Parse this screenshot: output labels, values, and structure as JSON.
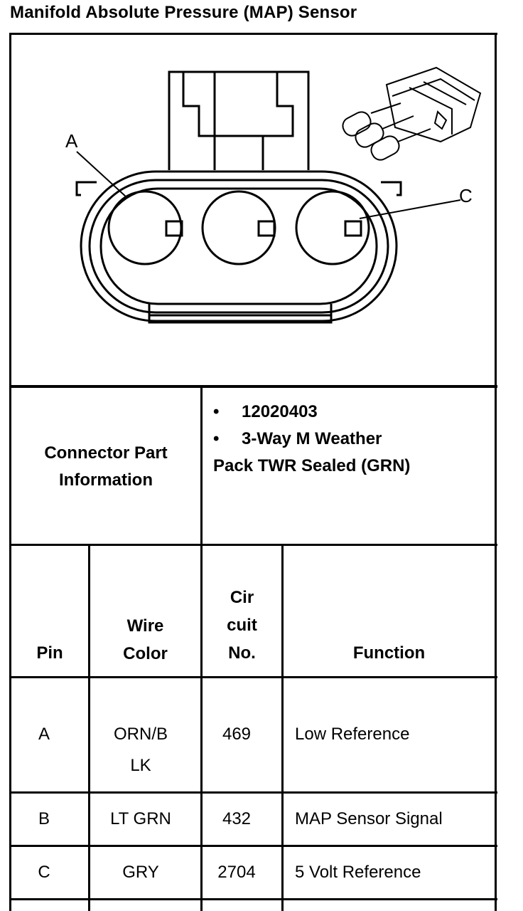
{
  "title": "Manifold Absolute Pressure (MAP) Sensor",
  "diagram": {
    "callouts": [
      "A",
      "C"
    ]
  },
  "connector_info": {
    "label": "Connector Part Information",
    "bullets": [
      "12020403",
      "3-Way M Weather"
    ],
    "bullet_continuation": "Pack TWR Sealed (GRN)"
  },
  "table": {
    "headers": {
      "pin": "Pin",
      "wire_color_1": "Wire",
      "wire_color_2": "Color",
      "circuit_1": "Cir",
      "circuit_2": "cuit",
      "circuit_3": "No.",
      "function": "Function"
    },
    "rows": [
      {
        "pin": "A",
        "wire_1": "ORN/B",
        "wire_2": "LK",
        "circuit": "469",
        "function": "Low Reference"
      },
      {
        "pin": "B",
        "wire_1": "LT GRN",
        "wire_2": "",
        "circuit": "432",
        "function": "MAP Sensor Signal"
      },
      {
        "pin": "C",
        "wire_1": "GRY",
        "wire_2": "",
        "circuit": "2704",
        "function": "5 Volt Reference"
      }
    ]
  }
}
